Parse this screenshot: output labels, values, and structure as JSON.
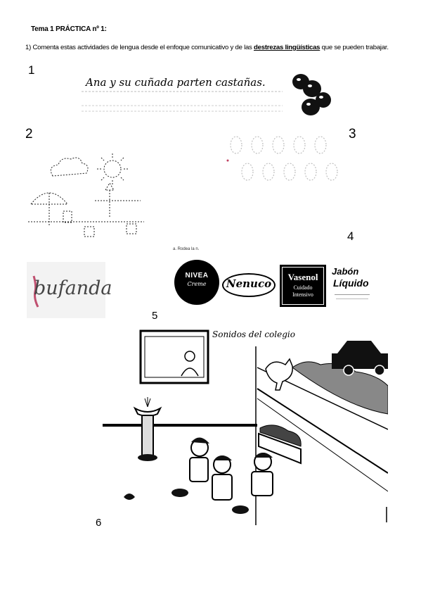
{
  "header": {
    "title": "Tema 1 PRÁCTICA nº 1:",
    "instruction_pre": "1) Comenta estas actividades de lengua desde el enfoque comunicativo y de las ",
    "instruction_bold": "destrezas lingüísticas",
    "instruction_post": " que se pueden trabajar."
  },
  "numbers": [
    "1",
    "2",
    "3",
    "4",
    "5",
    "6"
  ],
  "activity1": {
    "sentence": "Ana y su cuñada parten castañas."
  },
  "activity4": {
    "prompt": "a. Rodea la n.",
    "brands": [
      "NIVEA",
      "Creme",
      "Nenuco",
      "Vasenol",
      "Cuidado",
      "Intensivo",
      "Jabón",
      "Líquido"
    ]
  },
  "activity_bufanda": {
    "word": "bufanda"
  },
  "activity5": {
    "window_caption": "Sonidos del colegio"
  }
}
